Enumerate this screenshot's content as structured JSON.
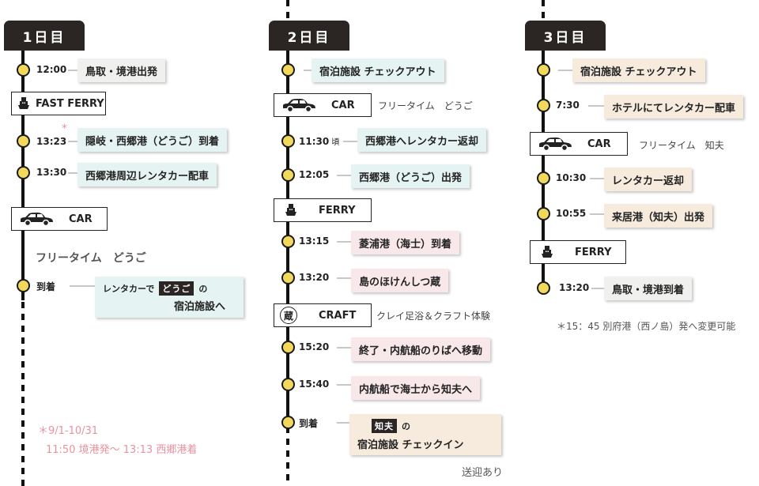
{
  "day1": {
    "title": "1日目",
    "t1": "12:00",
    "c1": "鳥取・境港出発",
    "fast_ferry": "FAST FERRY",
    "asterisk": "*",
    "t2": "13:23",
    "c2": "隠岐・西郷港（どうご）到着",
    "t3": "13:30",
    "c3": "西郷港周辺レンタカー配車",
    "car": "CAR",
    "free_time": "フリータイム　どうご",
    "t4": "到着",
    "c4_pre": "レンタカーで",
    "c4_tag": "どうご",
    "c4_post": "の",
    "c4_line2": "宿泊施設へ",
    "note_line1": "＊9/1-10/31",
    "note_line2": "11:50 境港発〜 13:13 西郷港着"
  },
  "day2": {
    "title": "2日目",
    "c0": "宿泊施設 チェックアウト",
    "car": "CAR",
    "car_note": "フリータイム　どうご",
    "t1": "11:30",
    "t1_suffix": "頃",
    "c1": "西郷港へレンタカー返却",
    "t2": "12:05",
    "c2": "西郷港（どうご）出発",
    "ferry": "FERRY",
    "t3": "13:15",
    "c3": "菱浦港（海士）到着",
    "t4": "13:20",
    "c4": "島のほけんしつ蔵",
    "kura": "蔵",
    "craft": "CRAFT",
    "craft_note": "クレイ足浴＆クラフト体験",
    "t5": "15:20",
    "c5": "終了・内航船のりばへ移動",
    "t6": "15:40",
    "c6": "内航船で海士から知夫へ",
    "t7": "到着",
    "c7_tag": "知夫",
    "c7_post": "の",
    "c7_line2": "宿泊施設 チェックイン",
    "pickup": "送迎あり"
  },
  "day3": {
    "title": "3日目",
    "c0": "宿泊施設 チェックアウト",
    "t1": "7:30",
    "c1": "ホテルにてレンタカー配車",
    "car": "CAR",
    "car_note": "フリータイム　知夫",
    "t2": "10:30",
    "c2": "レンタカー返却",
    "t3": "10:55",
    "c3": "来居港（知夫）出発",
    "ferry": "FERRY",
    "t4": "13:20",
    "c4": "鳥取・境港到着",
    "note": "＊15：45 別府港（西ノ島）発へ変更可能"
  },
  "colors": {
    "dot": "#f2d95c",
    "tab": "#2b2523",
    "pink_note": "#e892a0"
  },
  "icons": {
    "car": "car-icon",
    "ferry": "ship-icon"
  }
}
